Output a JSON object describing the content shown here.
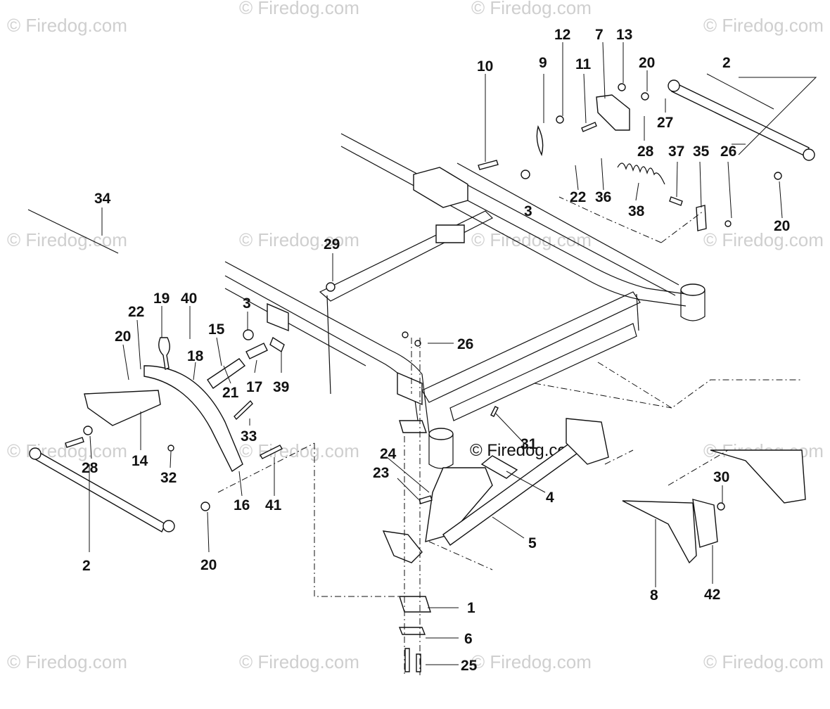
{
  "watermark": "© Firedog.com",
  "callouts": {
    "c1": "1",
    "c2a": "2",
    "c2b": "2",
    "c3a": "3",
    "c3b": "3",
    "c4": "4",
    "c5": "5",
    "c6": "6",
    "c7": "7",
    "c8": "8",
    "c9": "9",
    "c10": "10",
    "c11": "11",
    "c12": "12",
    "c13": "13",
    "c14": "14",
    "c15": "15",
    "c16": "16",
    "c17": "17",
    "c18": "18",
    "c19": "19",
    "c20a": "20",
    "c20b": "20",
    "c20c": "20",
    "c20d": "20",
    "c21": "21",
    "c22a": "22",
    "c22b": "22",
    "c23": "23",
    "c24": "24",
    "c25": "25",
    "c26a": "26",
    "c26b": "26",
    "c27": "27",
    "c28a": "28",
    "c28b": "28",
    "c29": "29",
    "c30": "30",
    "c31": "31",
    "c32": "32",
    "c33": "33",
    "c34": "34",
    "c35": "35",
    "c36": "36",
    "c37": "37",
    "c38": "38",
    "c39": "39",
    "c40": "40",
    "c41": "41",
    "c42": "42"
  }
}
